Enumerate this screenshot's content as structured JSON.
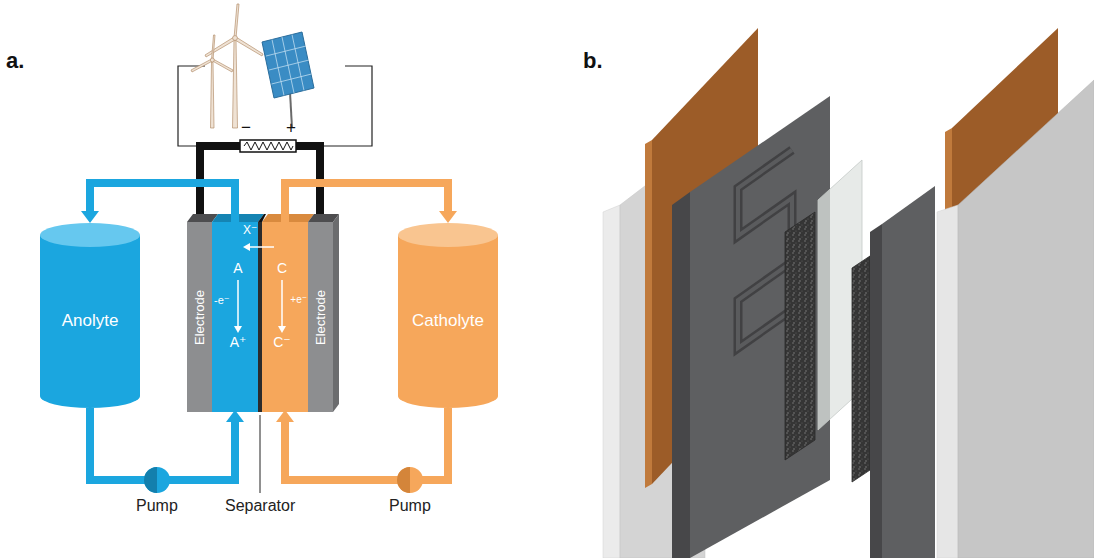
{
  "diagram": {
    "nodes": [
      {
        "text": [
          "Anolyte"
        ]
      },
      {
        "text": [
          "Electrode"
        ]
      },
      {
        "text": [
          "A",
          "-e⁻",
          "A⁺"
        ]
      },
      {
        "text": [
          "C",
          "+e⁻",
          "C⁻"
        ]
      },
      {
        "text": [
          "Electrode"
        ]
      },
      {
        "text": [
          "Catholyte"
        ]
      }
    ],
    "edges": [
      {
        "from": 2,
        "to": 0,
        "arrow": "to"
      },
      {
        "from": 0,
        "to": 2,
        "arrow": "to"
      },
      {
        "from": 3,
        "to": 5,
        "arrow": "to"
      },
      {
        "from": 5,
        "to": 3,
        "arrow": "to"
      }
    ],
    "labels": [
      "a.",
      "b.",
      "−",
      "+",
      "X⁻",
      "Pump",
      "Separator",
      "Pump"
    ]
  }
}
